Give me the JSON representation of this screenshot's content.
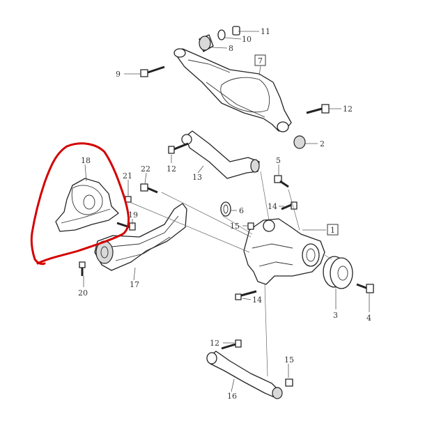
{
  "callouts": {
    "c1": "1",
    "c2": "2",
    "c3": "3",
    "c4": "4",
    "c5": "5",
    "c6": "6",
    "c7": "7",
    "c8": "8",
    "c9": "9",
    "c10": "10",
    "c11": "11",
    "c12a": "12",
    "c12b": "12",
    "c12c": "12",
    "c13": "13",
    "c14a": "14",
    "c14b": "14",
    "c15a": "15",
    "c15b": "15",
    "c16": "16",
    "c17": "17",
    "c18": "18",
    "c19": "19",
    "c20": "20",
    "c21": "21",
    "c22": "22"
  },
  "boxed_callouts": [
    "1",
    "7"
  ],
  "highlight": {
    "target_part": "18",
    "color": "#d40000"
  }
}
